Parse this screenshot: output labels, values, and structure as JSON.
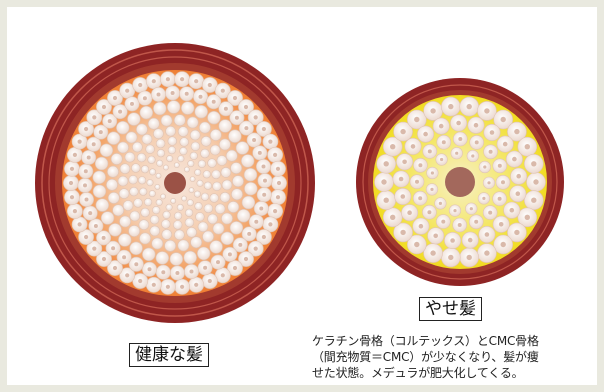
{
  "labels": {
    "healthy": "健康な髪",
    "thin": "やせ髪"
  },
  "caption": {
    "line1": "ケラチン骨格（コルテックス）とCMC骨格",
    "line2": "（間充物質＝CMC）が少なくなり、髪が痩",
    "line3": "せた状態。メデュラが肥大化してくる。"
  },
  "colors": {
    "cuticle": "#8e2424",
    "cuticle_light": "#c0574a",
    "healthy_fill": "#f08a3a",
    "thin_fill": "#f2de2a",
    "cell": "#f8efe8",
    "medulla": "#a05a4e"
  }
}
